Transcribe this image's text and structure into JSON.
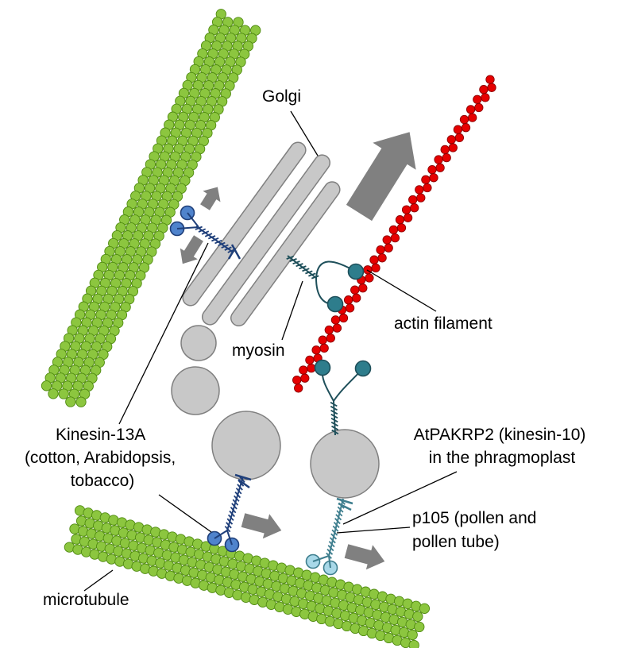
{
  "labels": {
    "golgi": "Golgi",
    "actin": "actin filament",
    "myosin": "myosin",
    "kinesin13a": [
      "Kinesin-13A",
      "(cotton, Arabidopsis,",
      "tobacco)"
    ],
    "atpakrp2": [
      "AtPAKRP2 (kinesin-10)",
      "in the phragmoplast"
    ],
    "p105": [
      "p105 (pollen and",
      "pollen tube)"
    ],
    "microtubule": "microtubule"
  },
  "colors": {
    "microtubule_fill": "#8cc63f",
    "microtubule_stroke": "#4f8a10",
    "actin_fill": "#e60000",
    "actin_stroke": "#8b0000",
    "organelle_fill": "#c8c8c8",
    "organelle_stroke": "#808080",
    "arrow": "#808080",
    "kinesin13_head": "#4f83cc",
    "kinesin13_stalk": "#1f3f7a",
    "myosin_head": "#2e7d8c",
    "myosin_stalk": "#1e4f5a",
    "p105_head": "#a8d8e8",
    "p105_stalk": "#3e7e8e"
  }
}
